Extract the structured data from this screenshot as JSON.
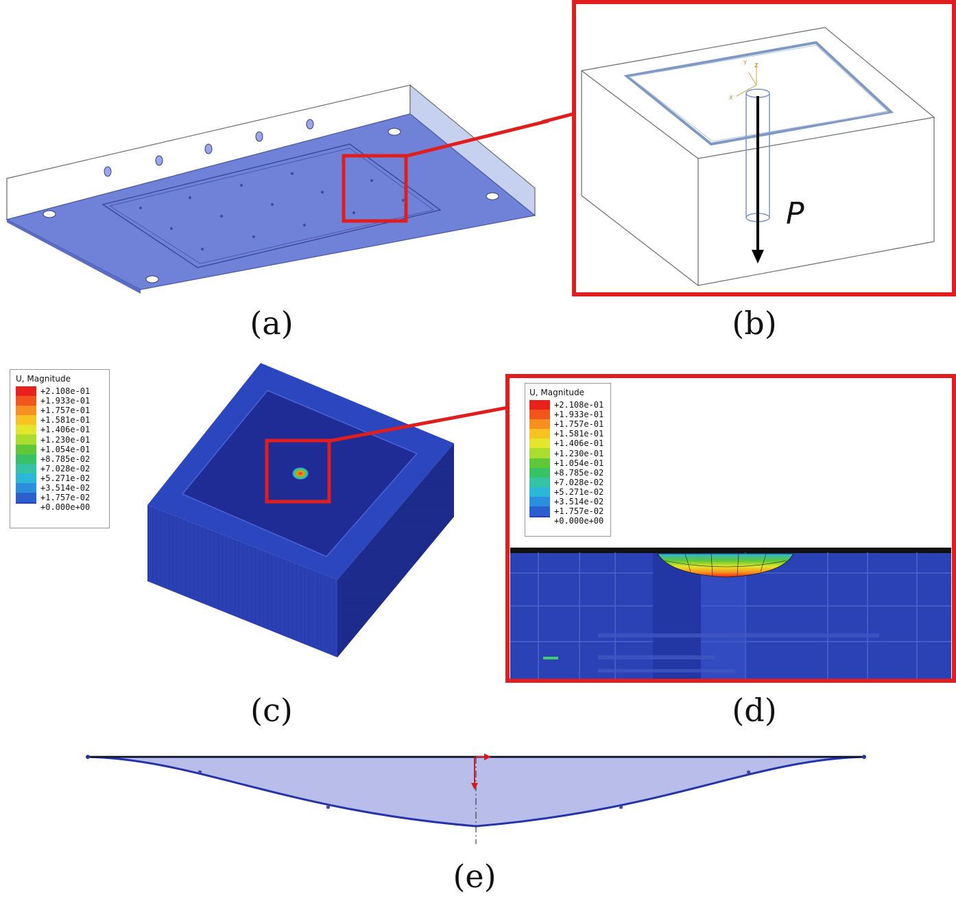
{
  "captions": {
    "a": "(a)",
    "b": "(b)",
    "c": "(c)",
    "d": "(d)",
    "e": "(e)"
  },
  "panel_b": {
    "load_label": "P",
    "axis_z": "Z",
    "axis_y": "Y",
    "axis_x": "X"
  },
  "legend": {
    "title": "U, Magnitude",
    "entries": [
      {
        "value": "+2.108e-01",
        "color": "#e8211b"
      },
      {
        "value": "+1.933e-01",
        "color": "#f2541c"
      },
      {
        "value": "+1.757e-01",
        "color": "#f7901f"
      },
      {
        "value": "+1.581e-01",
        "color": "#f6c323"
      },
      {
        "value": "+1.406e-01",
        "color": "#e3e62a"
      },
      {
        "value": "+1.230e-01",
        "color": "#a9dd2e"
      },
      {
        "value": "+1.054e-01",
        "color": "#5fc836"
      },
      {
        "value": "+8.785e-02",
        "color": "#38c266"
      },
      {
        "value": "+7.028e-02",
        "color": "#35c3a5"
      },
      {
        "value": "+5.271e-02",
        "color": "#2bb8d8"
      },
      {
        "value": "+3.514e-02",
        "color": "#2a8fdc"
      },
      {
        "value": "+1.757e-02",
        "color": "#2a5fce"
      },
      {
        "value": "+0.000e+00",
        "color": ""
      }
    ],
    "base_color": "#2b3fb4"
  },
  "colors": {
    "highlight": "#e01e1e",
    "plate": "#6f82d8",
    "mesh_blue": "#2840b6",
    "profile_fill": "#b8bde9",
    "profile_line": "#2433a8"
  }
}
